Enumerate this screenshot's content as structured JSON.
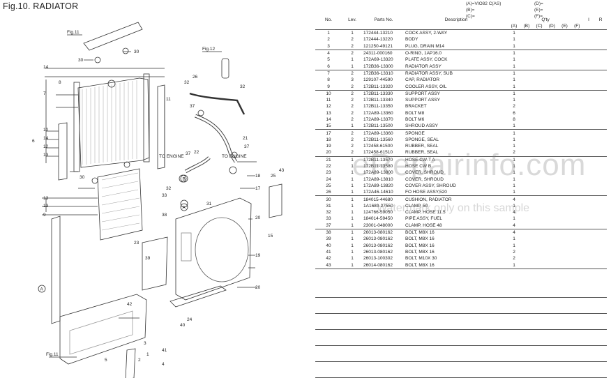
{
  "figure_title": "Fig.10.  RADIATOR",
  "legend": {
    "left": [
      "(A)=VIO82 C(AS)",
      "(B)=",
      "(C)="
    ],
    "right": [
      "(D)=",
      "(E)=",
      "(F)="
    ]
  },
  "table_headers": {
    "no": "No.",
    "lev": "Lev.",
    "parts_no": "Parts No.",
    "description": "Description",
    "qty": "Q'ty",
    "i": "I",
    "r": "R",
    "models": [
      "(A)",
      "(B)",
      "(C)",
      "(D)",
      "(E)",
      "(F)"
    ]
  },
  "parts": [
    {
      "no": "1",
      "lev": "1",
      "parts_no": "172444-13210",
      "desc": "COCK ASSY, 2-WAY",
      "qty": "1"
    },
    {
      "no": "2",
      "lev": "2",
      "parts_no": "172444-13220",
      "desc": "BODY",
      "qty": "1"
    },
    {
      "no": "3",
      "lev": "2",
      "parts_no": "121250-49121",
      "desc": "PLUG, DRAIN M14",
      "qty": "1"
    },
    {
      "no": "4",
      "lev": "2",
      "parts_no": "24311-000160",
      "desc": "O-RING, 1AP16.0",
      "qty": "1"
    },
    {
      "no": "5",
      "lev": "1",
      "parts_no": "172A69-13320",
      "desc": "PLATE ASSY, COCK",
      "qty": "1"
    },
    {
      "no": "6",
      "lev": "1",
      "parts_no": "172B36-13300",
      "desc": "RADIATOR ASSY",
      "qty": "1"
    },
    {
      "no": "7",
      "lev": "2",
      "parts_no": "172B36-13310",
      "desc": "RADIATOR ASSY, SUB",
      "qty": "1"
    },
    {
      "no": "8",
      "lev": "3",
      "parts_no": "129107-44590",
      "desc": "CAP, RADIATOR",
      "qty": "1"
    },
    {
      "no": "9",
      "lev": "2",
      "parts_no": "172B11-13320",
      "desc": "COOLER ASSY, OIL",
      "qty": "1"
    },
    {
      "no": "10",
      "lev": "2",
      "parts_no": "172B11-13330",
      "desc": "SUPPORT ASSY",
      "qty": "1"
    },
    {
      "no": "11",
      "lev": "2",
      "parts_no": "172B11-13340",
      "desc": "SUPPORT ASSY",
      "qty": "1"
    },
    {
      "no": "12",
      "lev": "2",
      "parts_no": "172B11-13350",
      "desc": "BRACKET",
      "qty": "2"
    },
    {
      "no": "13",
      "lev": "2",
      "parts_no": "172A89-13360",
      "desc": "BOLT M8",
      "qty": "6"
    },
    {
      "no": "14",
      "lev": "2",
      "parts_no": "172A89-13370",
      "desc": "BOLT M6",
      "qty": "8"
    },
    {
      "no": "15",
      "lev": "1",
      "parts_no": "172B11-13500",
      "desc": "SHROUD ASSY",
      "qty": "1"
    },
    {
      "no": "17",
      "lev": "2",
      "parts_no": "172A89-13360",
      "desc": "SPONGE",
      "qty": "1"
    },
    {
      "no": "18",
      "lev": "2",
      "parts_no": "172B11-13560",
      "desc": "SPONGE, SEAL",
      "qty": "1"
    },
    {
      "no": "19",
      "lev": "2",
      "parts_no": "172458-61500",
      "desc": "RUBBER, SEAL",
      "qty": "1"
    },
    {
      "no": "20",
      "lev": "2",
      "parts_no": "172458-61510",
      "desc": "RUBBER, SEAL",
      "qty": "2"
    },
    {
      "no": "21",
      "lev": "1",
      "parts_no": "172B11-13570",
      "desc": "HOSE CW-T A",
      "qty": "1"
    },
    {
      "no": "22",
      "lev": "1",
      "parts_no": "172B11-13580",
      "desc": "HOSE CW B",
      "qty": "1"
    },
    {
      "no": "23",
      "lev": "1",
      "parts_no": "172A89-13800",
      "desc": "COVER, SHROUD",
      "qty": "1"
    },
    {
      "no": "24",
      "lev": "1",
      "parts_no": "172A89-13810",
      "desc": "COVER, SHROUD",
      "qty": "1"
    },
    {
      "no": "25",
      "lev": "1",
      "parts_no": "172A89-13820",
      "desc": "COVER ASSY, SHROUD",
      "qty": "1"
    },
    {
      "no": "26",
      "lev": "1",
      "parts_no": "172A46-14610",
      "desc": "FO HOSE ASSY,520",
      "qty": "1"
    },
    {
      "no": "30",
      "lev": "1",
      "parts_no": "184015-44680",
      "desc": "CUSHION, RADIATOR",
      "qty": "4"
    },
    {
      "no": "31",
      "lev": "1",
      "parts_no": "1A1680-27550",
      "desc": "CLAMP, 50",
      "qty": "1"
    },
    {
      "no": "32",
      "lev": "1",
      "parts_no": "124766-59050",
      "desc": "CLAMP, HOSE 11.5",
      "qty": "4"
    },
    {
      "no": "33",
      "lev": "1",
      "parts_no": "184014-59450",
      "desc": "PIPE ASSY, FUEL",
      "qty": "1"
    },
    {
      "no": "37",
      "lev": "1",
      "parts_no": "23001-048000",
      "desc": "CLAMP, HOSE  48",
      "qty": "4"
    },
    {
      "no": "38",
      "lev": "1",
      "parts_no": "26013-080162",
      "desc": "BOLT, M8X 16",
      "qty": "4"
    },
    {
      "no": "39",
      "lev": "1",
      "parts_no": "26013-080162",
      "desc": "BOLT, M8X 16",
      "qty": "1"
    },
    {
      "no": "40",
      "lev": "1",
      "parts_no": "26013-080162",
      "desc": "BOLT, M8X 16",
      "qty": "1"
    },
    {
      "no": "41",
      "lev": "1",
      "parts_no": "26013-080162",
      "desc": "BOLT, M8X 16",
      "qty": "2"
    },
    {
      "no": "42",
      "lev": "1",
      "parts_no": "26013-100302",
      "desc": "BOLT, M10X 30",
      "qty": "2"
    },
    {
      "no": "43",
      "lev": "1",
      "parts_no": "26014-080162",
      "desc": "BOLT, M8X 16",
      "qty": "1"
    }
  ],
  "diagram_labels": {
    "fig11_top": "Fig.11",
    "fig11_bottom": "Fig.11",
    "fig12": "Fig.12",
    "to_engine_1": "TO ENGINE",
    "to_engine_2": "TO ENGINE",
    "callout_a": "A",
    "callout_b": "B",
    "n1": "1",
    "n2": "2",
    "n3": "3",
    "n4": "4",
    "n5": "5",
    "n6": "6",
    "n7": "7",
    "n8": "8",
    "n9": "9",
    "n10": "10",
    "n11": "11",
    "n12": "12",
    "n13a": "13",
    "n13b": "13",
    "n13c": "13",
    "n14a": "14",
    "n14b": "14",
    "n15": "15",
    "n17": "17",
    "n18": "18",
    "n19": "19",
    "n20a": "20",
    "n20b": "20",
    "n21": "21",
    "n22": "22",
    "n23": "23",
    "n24": "24",
    "n25": "25",
    "n26": "26",
    "n30a": "30",
    "n30b": "30",
    "n30c": "30",
    "n31": "31",
    "n32a": "32",
    "n32b": "32",
    "n32c": "32",
    "n33": "33",
    "n37a": "37",
    "n37b": "37",
    "n37c": "37",
    "n38": "38",
    "n39": "39",
    "n40": "40",
    "n41": "41",
    "n42": "42",
    "n43": "43"
  },
  "watermark": "eRepairinfo.com",
  "watermark_sub": "Watermark only on this sample"
}
